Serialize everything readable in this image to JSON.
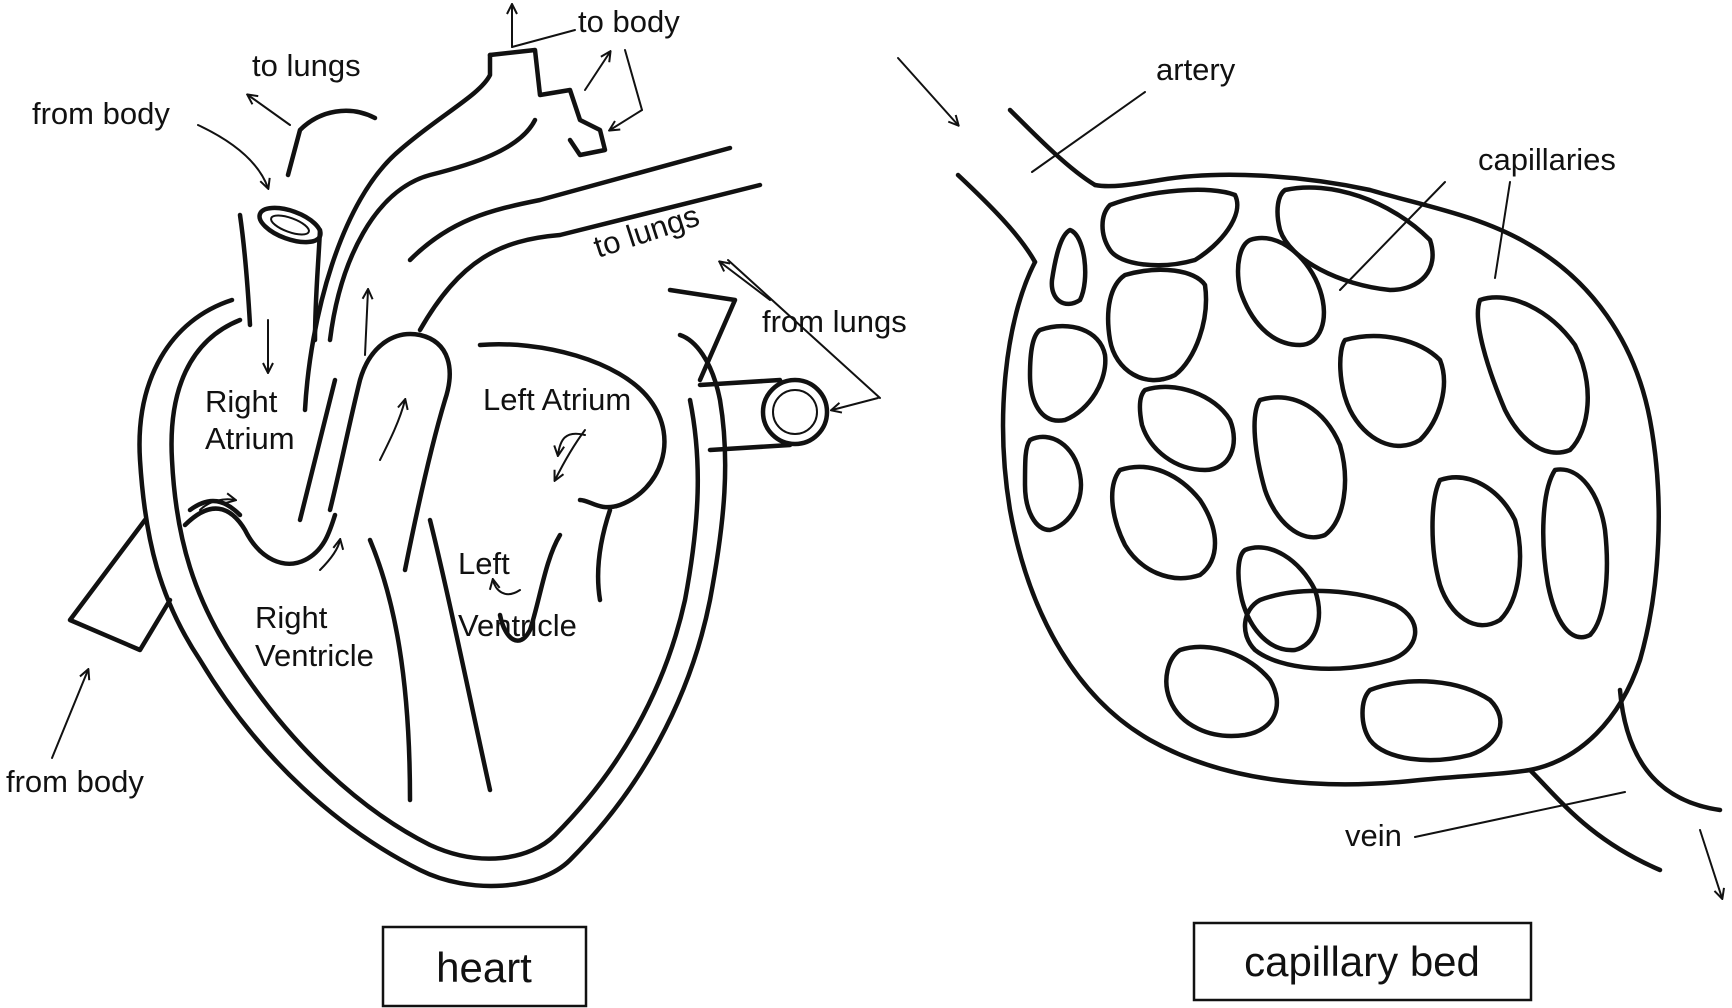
{
  "heart": {
    "caption": "heart",
    "labels": {
      "to_body": "to body",
      "to_lungs_top": "to lungs",
      "from_body_top": "from body",
      "to_lungs_artery": "to lungs",
      "from_lungs": "from lungs",
      "right_atrium_1": "Right",
      "right_atrium_2": "Atrium",
      "left_atrium": "Left Atrium",
      "right_ventricle_1": "Right",
      "right_ventricle_2": "Ventricle",
      "left_ventricle_1": "Left",
      "left_ventricle_2": "Ventricle",
      "from_body_bottom": "from body"
    }
  },
  "capillary_bed": {
    "caption": "capillary bed",
    "labels": {
      "artery": "artery",
      "capillaries": "capillaries",
      "vein": "vein"
    }
  },
  "colors": {
    "ink": "#111111",
    "background": "#ffffff"
  }
}
